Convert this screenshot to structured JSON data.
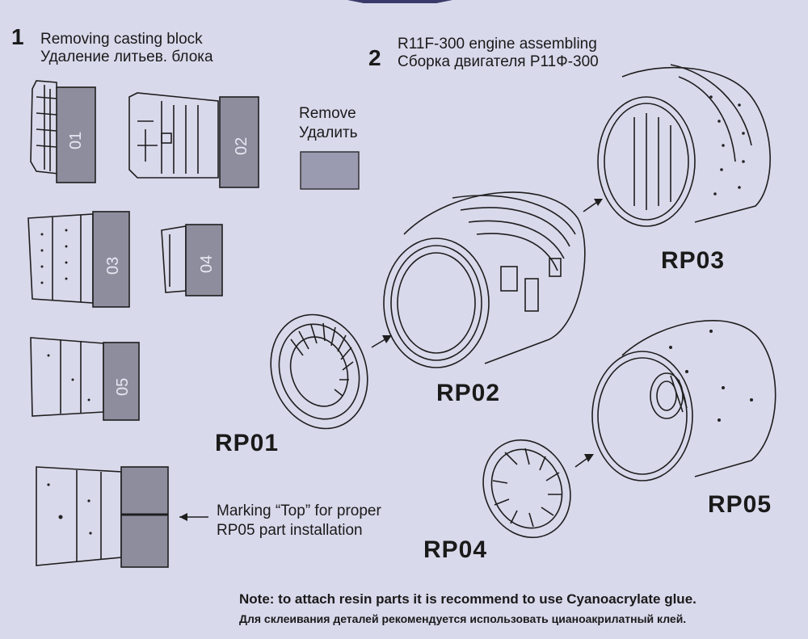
{
  "step1": {
    "number": "1",
    "title_en": "Removing casting block",
    "title_ru": "Удаление литьев. блока"
  },
  "step2": {
    "number": "2",
    "title_en": "R11F-300 engine assembling",
    "title_ru": "Сборка двигателя  Р11Ф-300"
  },
  "remove": {
    "en": "Remove",
    "ru": "Удалить"
  },
  "casting_blocks": [
    "01",
    "02",
    "03",
    "04",
    "05"
  ],
  "parts": {
    "rp01": "RP01",
    "rp02": "RP02",
    "rp03": "RP03",
    "rp04": "RP04",
    "rp05": "RP05"
  },
  "marking": {
    "line1": "Marking “Top” for proper",
    "line2": "RP05 part installation"
  },
  "note": {
    "en": "Note: to attach resin parts it is recommend to use Cyanoacrylate glue.",
    "ru": "Для склеивания деталей рекомендуется использовать цианоакрилатный клей."
  }
}
